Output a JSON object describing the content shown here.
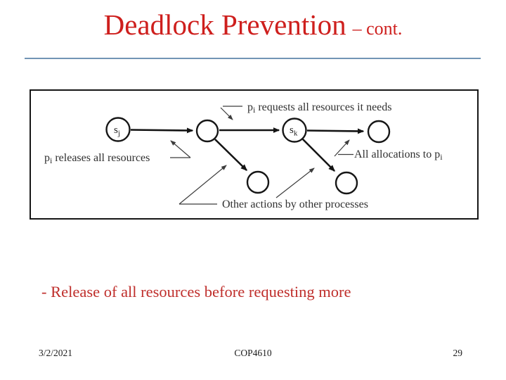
{
  "slide": {
    "title": {
      "main": "Deadlock Prevention",
      "suffix": "– cont."
    },
    "bullet": "- Release of all resources before requesting more",
    "footer": {
      "date": "3/2/2021",
      "course": "COP4610",
      "page": "29"
    }
  },
  "diagram": {
    "nodes": {
      "sj": {
        "base": "s",
        "sub": "j"
      },
      "sk": {
        "base": "s",
        "sub": "k"
      }
    },
    "labels": {
      "requests": {
        "pre": "p",
        "sub": "i",
        "post": " requests all resources it needs"
      },
      "releases": {
        "pre": "p",
        "sub": "i",
        "post": " releases all resources"
      },
      "allocations": {
        "pre": "All allocations to p",
        "sub": "i",
        "post": ""
      },
      "other": "Other actions by other processes"
    }
  },
  "colors": {
    "title_red": "#CE1F1D",
    "bullet_red": "#BF2E2B",
    "underline_blue": "#7295B5",
    "diagram_ink": "#161616",
    "leader_gray": "#3c3c3c"
  }
}
